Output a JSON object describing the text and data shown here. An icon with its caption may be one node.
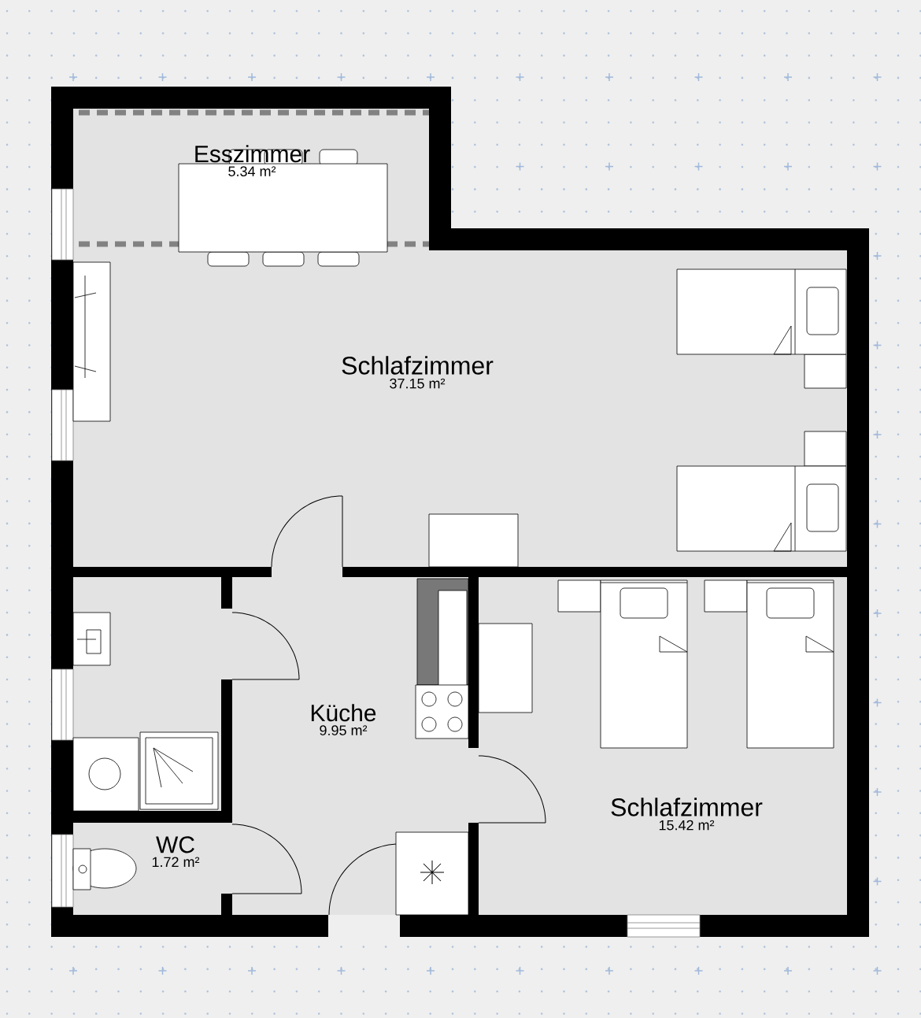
{
  "diagram": {
    "nodes": [
      {
        "text": [
          "Esszimmer",
          "5.34 m²"
        ]
      },
      {
        "text": [
          "Schlafzimmer",
          "37.15 m²"
        ]
      },
      {
        "text": [
          "Küche",
          "9.95 m²"
        ]
      },
      {
        "text": [
          "WC",
          "1.72 m²"
        ]
      },
      {
        "text": [
          "Schlafzimmer",
          "15.42 m²"
        ]
      }
    ]
  }
}
